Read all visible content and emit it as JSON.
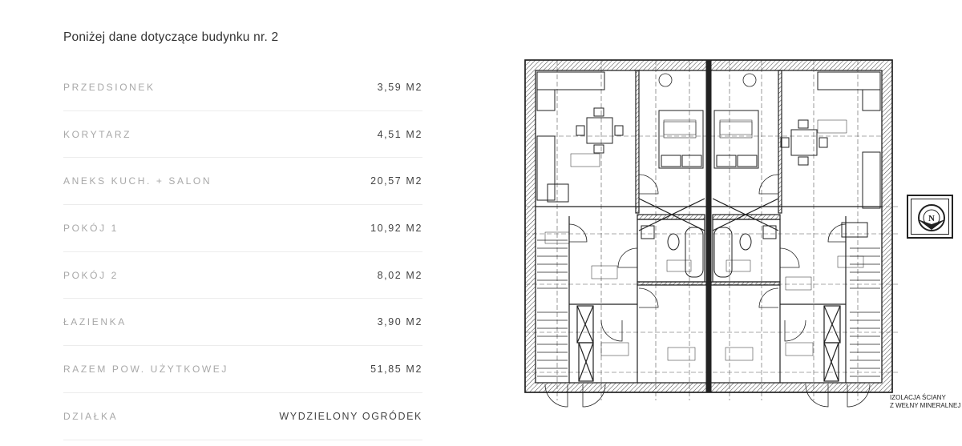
{
  "heading": "Poniżej dane dotyczące budynku nr. 2",
  "rooms": [
    {
      "label": "PRZEDSIONEK",
      "value": "3,59 M2"
    },
    {
      "label": "KORYTARZ",
      "value": "4,51 M2"
    },
    {
      "label": "ANEKS KUCH. + SALON",
      "value": "20,57 M2"
    },
    {
      "label": "POKÓJ 1",
      "value": "10,92 M2"
    },
    {
      "label": "POKÓJ 2",
      "value": "8,02 M2"
    },
    {
      "label": "ŁAZIENKA",
      "value": "3,90 M2"
    },
    {
      "label": "RAZEM POW. UŻYTKOWEJ",
      "value": "51,85 M2"
    },
    {
      "label": "DZIAŁKA",
      "value": "WYDZIELONY OGRÓDEK"
    }
  ],
  "plan": {
    "note_line1": "IZOLACJA ŚCIANY",
    "note_line2": "Z WEŁNY MINERALNEJ",
    "compass_letter": "N"
  }
}
